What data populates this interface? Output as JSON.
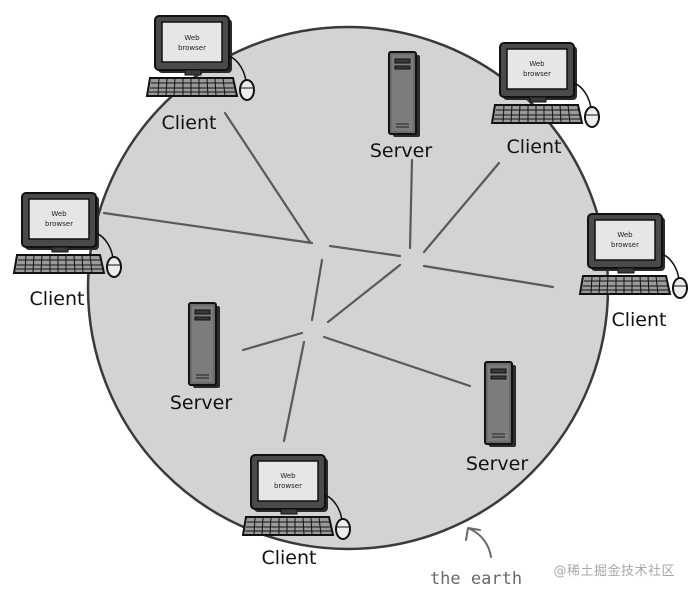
{
  "diagram": {
    "nodes": [
      {
        "id": "client-top-left",
        "kind": "client",
        "label": "Client",
        "screen_line1": "Web",
        "screen_line2": "browser"
      },
      {
        "id": "client-top-right",
        "kind": "client",
        "label": "Client",
        "screen_line1": "Web",
        "screen_line2": "browser"
      },
      {
        "id": "client-left",
        "kind": "client",
        "label": "Client",
        "screen_line1": "Web",
        "screen_line2": "browser"
      },
      {
        "id": "client-right",
        "kind": "client",
        "label": "Client",
        "screen_line1": "Web",
        "screen_line2": "browser"
      },
      {
        "id": "client-bottom",
        "kind": "client",
        "label": "Client",
        "screen_line1": "Web",
        "screen_line2": "browser"
      },
      {
        "id": "server-top",
        "kind": "server",
        "label": "Server"
      },
      {
        "id": "server-left",
        "kind": "server",
        "label": "Server"
      },
      {
        "id": "server-right",
        "kind": "server",
        "label": "Server"
      }
    ],
    "earth_label": "the earth"
  },
  "watermark": "@稀土掘金技术社区",
  "colors": {
    "earth_fill": "#d3d3d3",
    "outline": "#3a3a3a",
    "line": "#5a5a5a"
  }
}
